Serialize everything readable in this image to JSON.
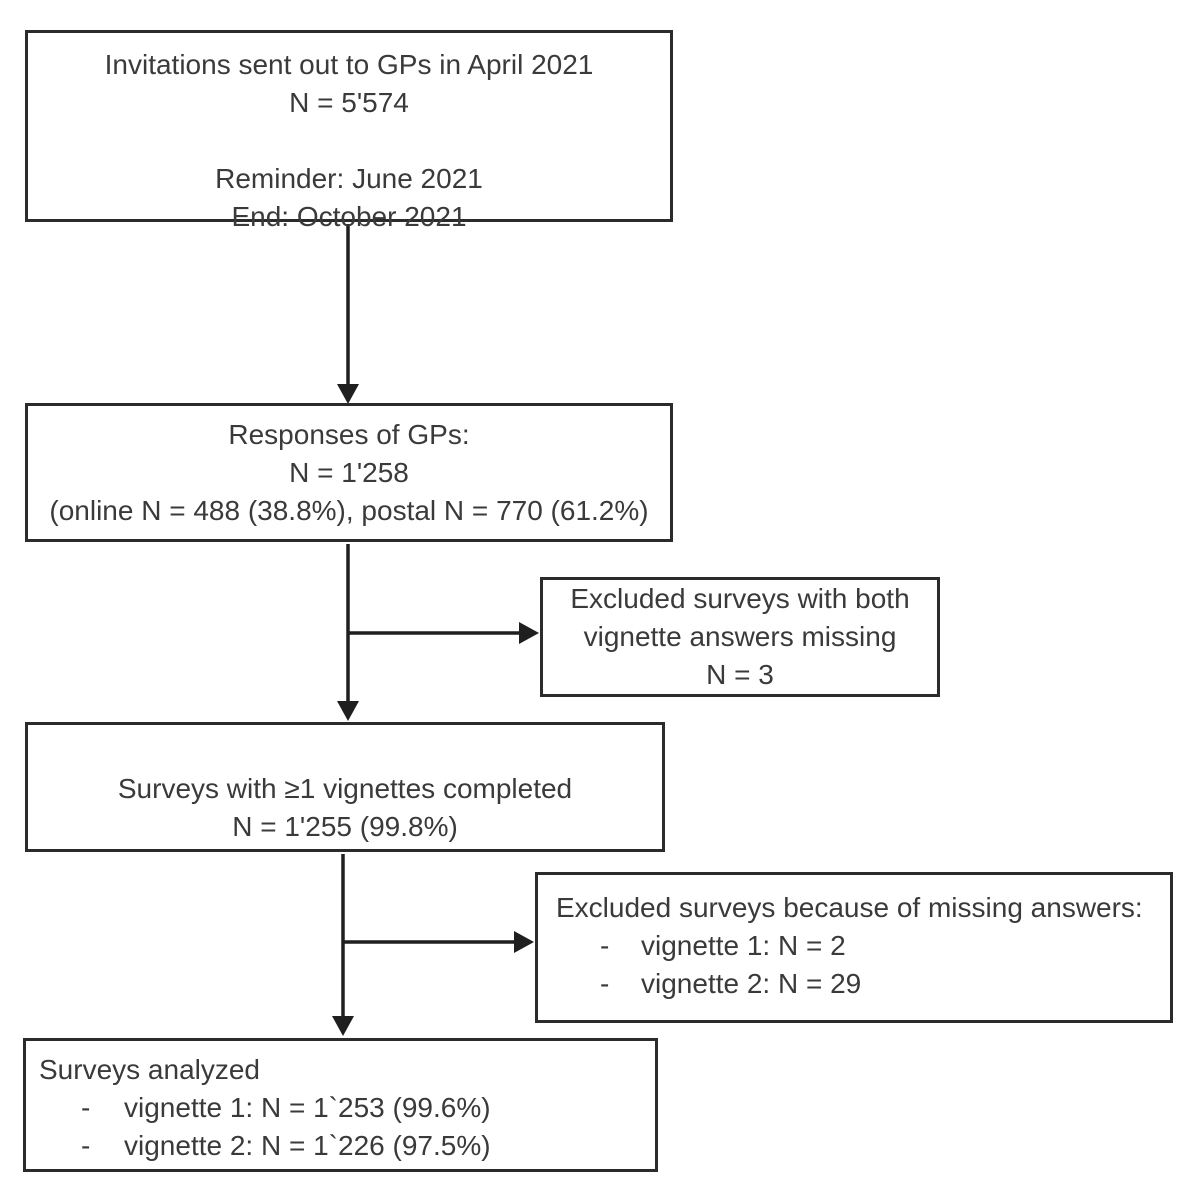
{
  "diagram_type": "study-flowchart",
  "bullet_marker": "-",
  "boxes": {
    "invitations": {
      "title": "Invitations sent out to GPs in April 2021",
      "n": "N = 5'574",
      "reminder": "Reminder: June 2021",
      "end": "End: October 2021"
    },
    "responses": {
      "title": "Responses of GPs:",
      "n": "N = 1'258",
      "detail": "(online N = 488 (38.8%), postal N = 770 (61.2%)"
    },
    "excluded_both": {
      "line1": "Excluded surveys with both",
      "line2": "vignette answers missing",
      "n": "N = 3"
    },
    "completed": {
      "title": "Surveys with ≥1 vignettes completed",
      "n": "N = 1'255 (99.8%)"
    },
    "excluded_missing": {
      "title": "Excluded surveys because of missing answers:",
      "bullets": [
        "vignette 1: N = 2",
        "vignette 2: N = 29"
      ]
    },
    "analyzed": {
      "title": "Surveys analyzed",
      "bullets": [
        "vignette 1: N = 1`253 (99.6%)",
        "vignette 2: N = 1`226 (97.5%)"
      ]
    }
  },
  "colors": {
    "background": "#ffffff",
    "border": "#2b2b2b",
    "text": "#3a3a3a",
    "arrow": "#1f1f1f"
  }
}
